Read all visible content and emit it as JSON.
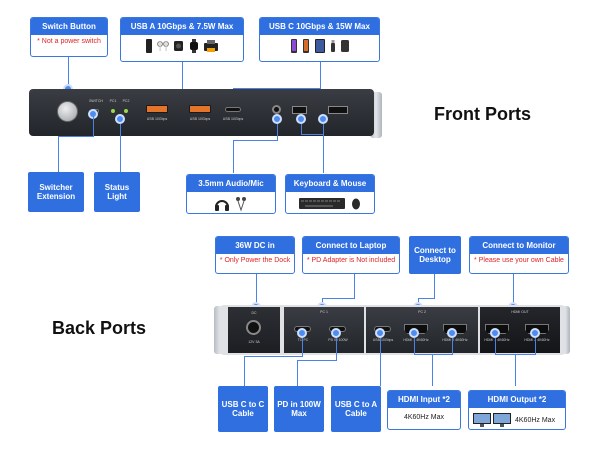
{
  "front": {
    "section_title": "Front Ports",
    "switch_button": {
      "title": "Switch Button",
      "note": "* Not a power switch"
    },
    "usb_a": {
      "title": "USB A 10Gbps & 7.5W Max",
      "icons": [
        "phone-icon",
        "earbuds-icon",
        "camera-icon",
        "watch-icon",
        "printer-icon"
      ]
    },
    "usb_c": {
      "title": "USB C 10Gbps & 15W Max",
      "icons": [
        "phone-icon",
        "phone-icon",
        "tablet-icon",
        "flash-drive-icon",
        "power-bank-icon"
      ]
    },
    "switcher_extension": "Switcher Extension",
    "status_light": "Status Light",
    "audio": {
      "title": "3.5mm Audio/Mic",
      "icons": [
        "headphones-icon",
        "earphones-icon"
      ]
    },
    "keyboard_mouse": {
      "title": "Keyboard & Mouse",
      "icons": [
        "keyboard-icon",
        "mouse-icon"
      ]
    },
    "device_labels": {
      "switch": "SWITCH",
      "pc1": "PC1",
      "pc2": "PC2",
      "usb_a1": "USB 10Gbps",
      "usb_a2": "USB 10Gbps",
      "usb_c": "USB 10Gbps"
    }
  },
  "back": {
    "section_title": "Back Ports",
    "dc_in": {
      "title": "36W DC in",
      "note": "* Only Power the Dock"
    },
    "laptop": {
      "title": "Connect to Laptop",
      "note": "* PD Adapter is Not included"
    },
    "desktop": {
      "title": "Connect to Desktop"
    },
    "monitor": {
      "title": "Connect to Monitor",
      "note": "* Please use your own Cable"
    },
    "usb_c_to_c": "USB C to C Cable",
    "pd_in": "PD in 100W Max",
    "usb_c_to_a": "USB C to A Cable",
    "hdmi_input": {
      "title": "HDMI Input *2",
      "note": "4K60Hz Max"
    },
    "hdmi_output": {
      "title": "HDMI Output *2",
      "note": "4K60Hz Max"
    },
    "device_labels": {
      "dc": "DC",
      "pc1": "PC 1",
      "pc2": "PC 2",
      "hdmi_out": "HDMI OUT",
      "hdmi1_in": "HDMI 1 4K60Hz",
      "hdmi2_in": "HDMI 2 4K60Hz",
      "hdmi1_out": "HDMI 1 4K60Hz",
      "hdmi2_out": "HDMI 2 4K60Hz",
      "to_pc": "TO PC",
      "pd_in": "PD IN 100W",
      "usb_c_pc": "USB 10Gbps",
      "dc_spec": "12V 3A"
    }
  }
}
